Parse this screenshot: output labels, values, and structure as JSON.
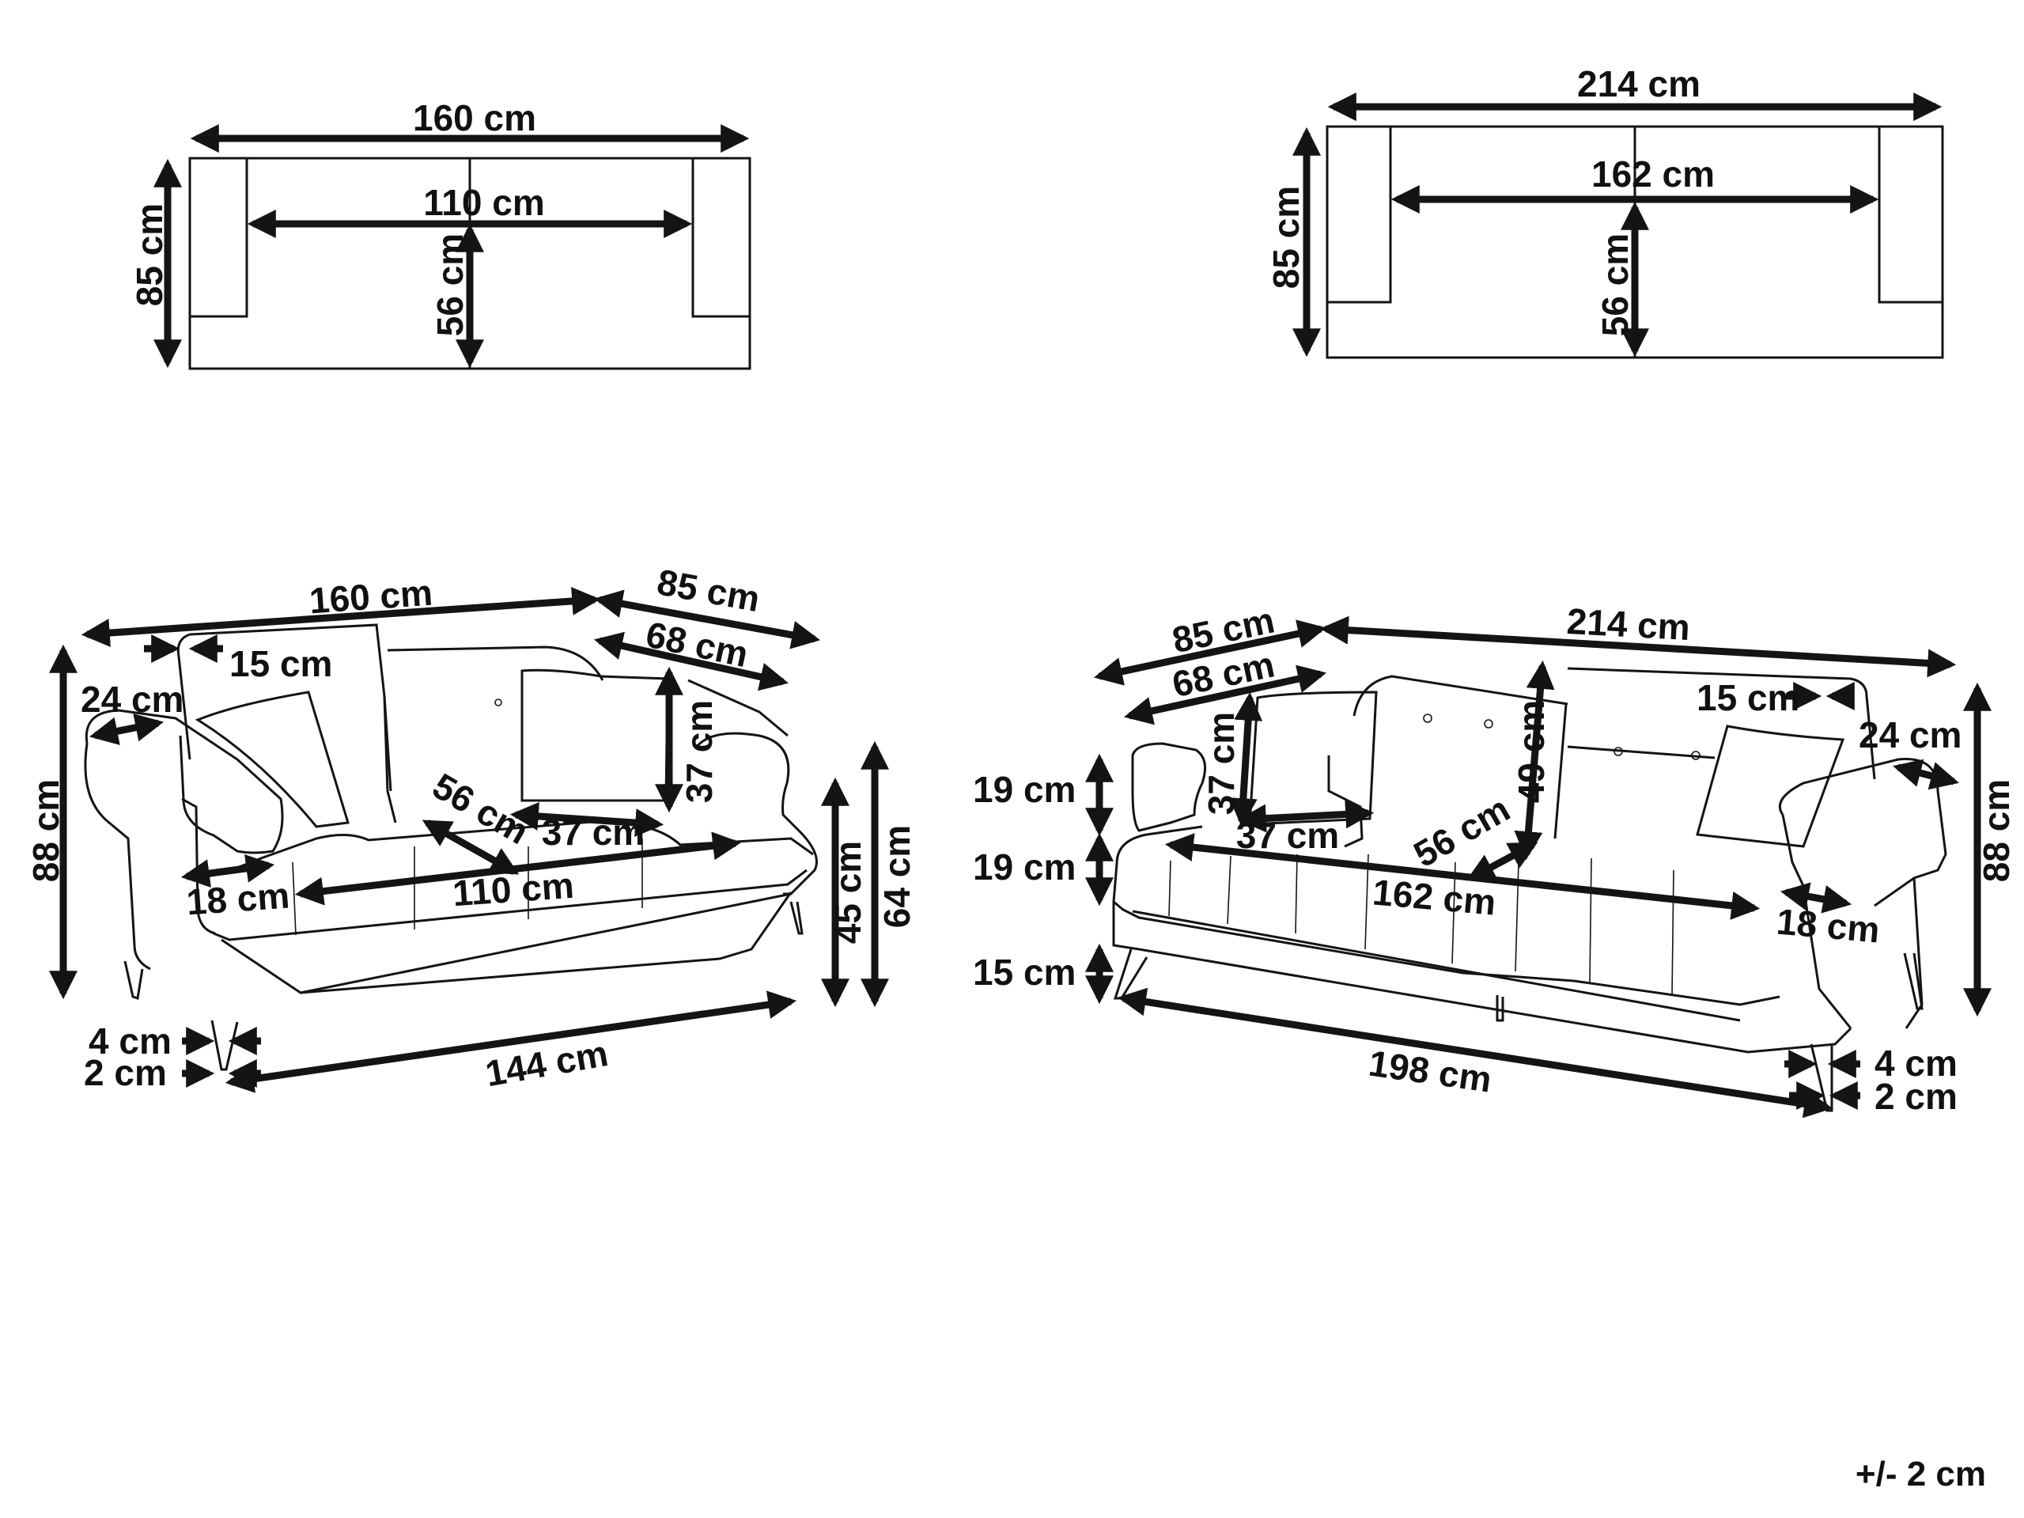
{
  "units": "cm",
  "tolerance": "+/- 2 cm",
  "loveseat": {
    "top_view": {
      "width": "160 cm",
      "depth": "85 cm",
      "seat_width": "110 cm",
      "seat_depth": "56 cm"
    },
    "perspective": {
      "width": "160 cm",
      "depth": "85 cm",
      "seat_depth_top": "68 cm",
      "backrest_thickness": "15 cm",
      "armrest_top": "24 cm",
      "height": "88 cm",
      "pillow_height": "37 cm",
      "pillow_width": "37 cm",
      "seat_depth": "56 cm",
      "seat_width": "110 cm",
      "armrest_width": "18 cm",
      "seat_height": "45 cm",
      "arm_height": "64 cm",
      "leg_top": "4 cm",
      "leg_bottom": "2 cm",
      "leg_span": "144 cm"
    }
  },
  "sofa": {
    "top_view": {
      "width": "214 cm",
      "depth": "85 cm",
      "seat_width": "162 cm",
      "seat_depth": "56 cm"
    },
    "perspective": {
      "depth": "85 cm",
      "seat_depth_top": "68 cm",
      "width": "214 cm",
      "backrest_thickness": "15 cm",
      "armrest_top": "24 cm",
      "height": "88 cm",
      "pillow_height": "37 cm",
      "pillow_width": "37 cm",
      "backrest_height": "49 cm",
      "seat_depth": "56 cm",
      "seat_width": "162 cm",
      "armrest_width": "18 cm",
      "arm_above_seat": "19 cm",
      "seat_cushion": "19 cm",
      "leg_height": "15 cm",
      "leg_top": "4 cm",
      "leg_bottom": "2 cm",
      "leg_span": "198 cm"
    }
  }
}
